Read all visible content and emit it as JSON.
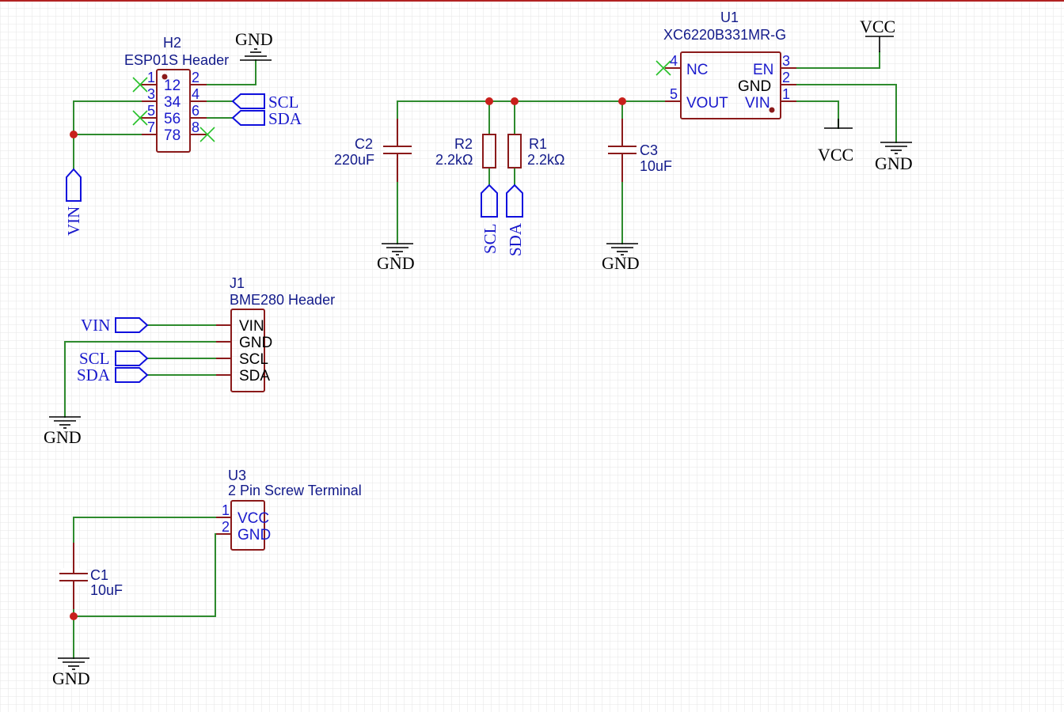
{
  "colors": {
    "wire": "#2e8b2e",
    "component": "#8b1a1a",
    "net_label": "#1a1acc",
    "junction": "#c8201c",
    "no_connect": "#27c12a",
    "grid": "#e4e4e4",
    "border": "#b22222"
  },
  "components": {
    "h2": {
      "designator": "H2",
      "value": "ESP01S Header",
      "pins_left": [
        "1",
        "3",
        "5",
        "7"
      ],
      "pins_right": [
        "2",
        "4",
        "6",
        "8"
      ],
      "body_rows": [
        "12",
        "34",
        "56",
        "78"
      ]
    },
    "u1": {
      "designator": "U1",
      "value": "XC6220B331MR-G",
      "pin_nc_num": "4",
      "pin_nc_name": "NC",
      "pin_vout_num": "5",
      "pin_vout_name": "VOUT",
      "pin_en_num": "3",
      "pin_en_name": "EN",
      "pin_gnd_num": "2",
      "pin_gnd_name": "GND",
      "pin_vin_num": "1",
      "pin_vin_name": "VIN"
    },
    "c2": {
      "designator": "C2",
      "value": "220uF"
    },
    "r2": {
      "designator": "R2",
      "value": "2.2kΩ"
    },
    "r1": {
      "designator": "R1",
      "value": "2.2kΩ"
    },
    "c3": {
      "designator": "C3",
      "value": "10uF"
    },
    "j1": {
      "designator": "J1",
      "value": "BME280 Header",
      "pins": [
        "VIN",
        "GND",
        "SCL",
        "SDA"
      ]
    },
    "u3": {
      "designator": "U3",
      "value": "2 Pin Screw Terminal",
      "pin1_num": "1",
      "pin1_name": "VCC",
      "pin2_num": "2",
      "pin2_name": "GND"
    },
    "c1": {
      "designator": "C1",
      "value": "10uF"
    }
  },
  "power": {
    "gnd": "GND",
    "vcc": "VCC"
  },
  "nets": {
    "scl": "SCL",
    "sda": "SDA",
    "vin": "VIN"
  }
}
